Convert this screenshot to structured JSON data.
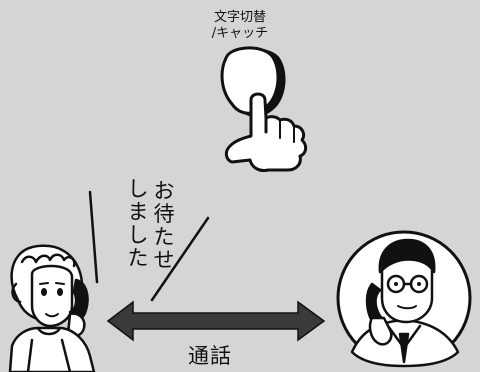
{
  "key": {
    "line1": "文字切替",
    "line2": "/キャッチ"
  },
  "speech": {
    "col1": [
      "お",
      "待",
      "た",
      "せ"
    ],
    "col2": [
      "し",
      "ま",
      "し",
      "た"
    ]
  },
  "call_label": "通話",
  "icons": [
    "pointing-finger-icon",
    "operator-woman-icon",
    "businessman-caller-icon",
    "double-arrow-icon"
  ],
  "colors": {
    "background": "#d5d5d5",
    "arrow": "#3a3a3a",
    "line": "#111111"
  }
}
